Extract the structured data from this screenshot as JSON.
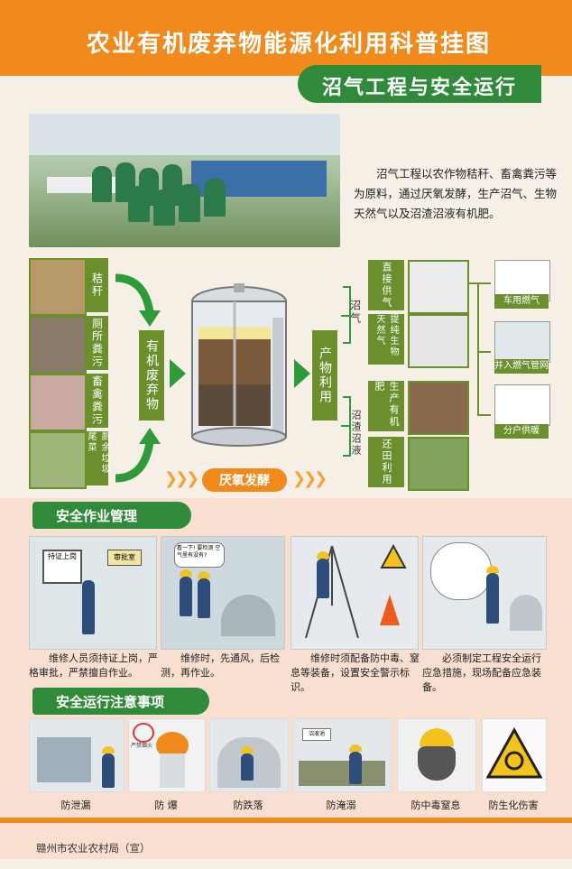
{
  "header": {
    "title": "农业有机废弃物能源化利用科普挂图",
    "subtitle": "沼气工程与安全运行"
  },
  "intro": "沼气工程以农作物秸秆、畜禽粪污等为原料，通过厌氧发酵，生产沼气、生物天然气以及沼渣沼液有机肥。",
  "feedstocks": [
    "秸秆",
    "厕所粪污",
    "畜禽粪污",
    "厨余垃圾 尾菜"
  ],
  "process": {
    "organic_waste": "有机废弃物",
    "fermentation": "厌氧发酵",
    "products": "产物利用"
  },
  "biogas": {
    "label": "沼气",
    "uses": [
      "直接供气",
      "提纯生物天然气"
    ]
  },
  "residue": {
    "label": "沼渣沼液",
    "uses": [
      "生产有机肥",
      "还田利用"
    ]
  },
  "end_uses": [
    "车用燃气",
    "并入燃气管网",
    "分户供暖"
  ],
  "safety_management": {
    "heading": "安全作业管理",
    "scene_texts": {
      "cert": "持证上岗",
      "room": "审批室",
      "speech": "看一下! 要检测 空气里有没有?"
    },
    "captions": [
      "维修人员须持证上岗，严格审批，严禁擅自作业。",
      "维修时，先通风，后检测，再作业。",
      "维修时须配备防中毒、窒息等装备，设置安全警示标识。",
      "必须制定工程安全运行应急措施，现场配备应急装备。"
    ]
  },
  "safety_notes": {
    "heading": "安全运行注意事项",
    "scene_texts": {
      "fire": "严禁烟火",
      "pool": "沼液池"
    },
    "items": [
      "防泄漏",
      "防 爆",
      "防跌落",
      "防淹溺",
      "防中毒窒息",
      "防生化伤害"
    ]
  },
  "footer": "赣州市农业农村局（宣）",
  "colors": {
    "orange": "#f08a1c",
    "green": "#2f8a3a",
    "olive": "#6a8f2c"
  }
}
